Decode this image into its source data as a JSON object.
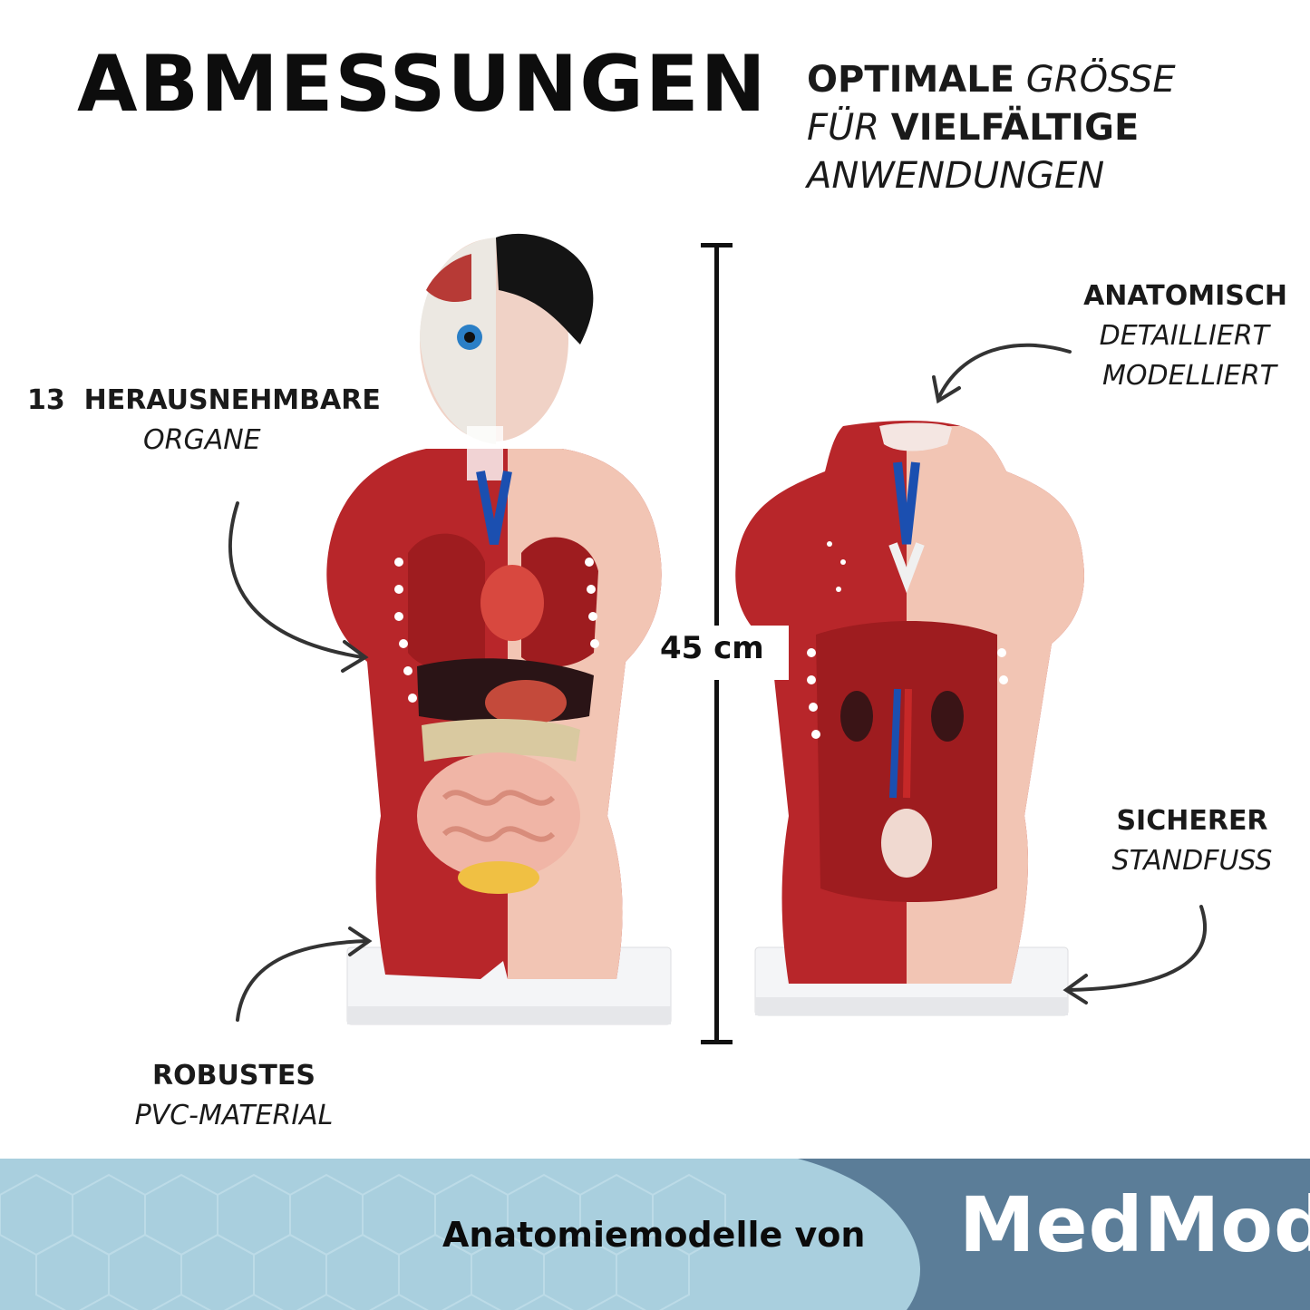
{
  "header": {
    "title": "ABMESSUNGEN",
    "tagline": {
      "line1_bold": "OPTIMALE",
      "line1_italic": "GRÖSSE",
      "line2_italic": "FÜR",
      "line2_bold": "VIELFÄLTIGE",
      "line3_italic": "ANWENDUNGEN"
    }
  },
  "callouts": {
    "organs": {
      "strong": "13  HERAUSNEHMBARE",
      "em": "ORGANE"
    },
    "anatomic": {
      "strong": "ANATOMISCH",
      "em1": "DETAILLIERT",
      "em2": "MODELLIERT"
    },
    "material": {
      "strong": "ROBUSTES",
      "em": "PVC-MATERIAL"
    },
    "base": {
      "strong": "SICHERER",
      "em": "STANDFUSS"
    }
  },
  "measurement": {
    "height": "45 cm"
  },
  "footer": {
    "text": "Anatomiemodelle von",
    "brand": "MedMod"
  },
  "colors": {
    "muscle": "#b8262a",
    "skin": "#f2c5b4",
    "footer_light": "#a9cfde",
    "footer_dark": "#5b7d98"
  }
}
